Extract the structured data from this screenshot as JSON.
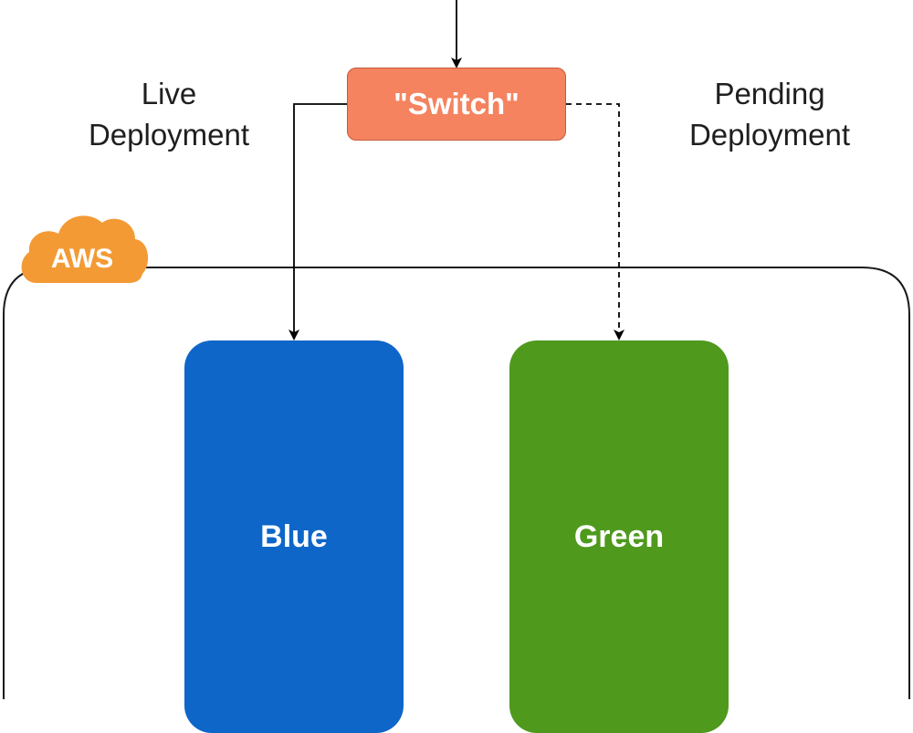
{
  "labels": {
    "live": [
      "Live",
      "Deployment"
    ],
    "pending": [
      "Pending",
      "Deployment"
    ]
  },
  "nodes": {
    "switch": "\"Switch\"",
    "blue": "Blue",
    "green": "Green",
    "aws": "AWS"
  },
  "colors": {
    "switch_fill": "#f5835f",
    "blue_fill": "#0e66c8",
    "green_fill": "#4f991d",
    "aws_cloud": "#f39a35",
    "lines": "#000000"
  },
  "edges": {
    "live_style": "solid",
    "pending_style": "dashed"
  }
}
